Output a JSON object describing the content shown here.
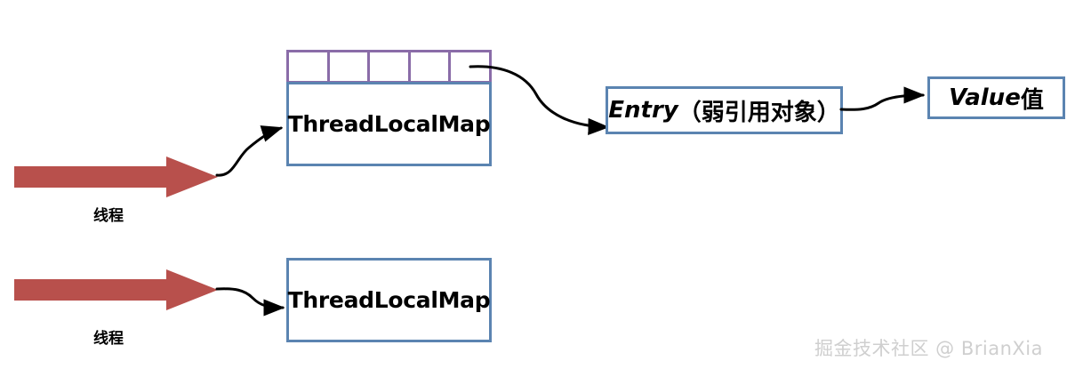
{
  "diagram": {
    "title_hidden": "ThreadLocal memory structure diagram",
    "colors": {
      "box_border_blue": "#5b84b1",
      "table_border_purple": "#8a6ca8",
      "thread_arrow_red": "#b8504c",
      "connector_black": "#000000",
      "watermark_gray": "#cfcfcf",
      "background": "#ffffff"
    },
    "threads": [
      {
        "label": "线程",
        "map_label": "ThreadLocalMap"
      },
      {
        "label": "线程",
        "map_label": "ThreadLocalMap"
      }
    ],
    "hash_table": {
      "cell_count": 5,
      "cells": [
        "",
        "",
        "",
        "",
        ""
      ]
    },
    "entry_box": {
      "latin": "Entry",
      "cjk": "（弱引用对象）"
    },
    "value_box": {
      "latin": "Value",
      "cjk": "值"
    },
    "watermark": "掘金技术社区 @ BrianXia"
  }
}
